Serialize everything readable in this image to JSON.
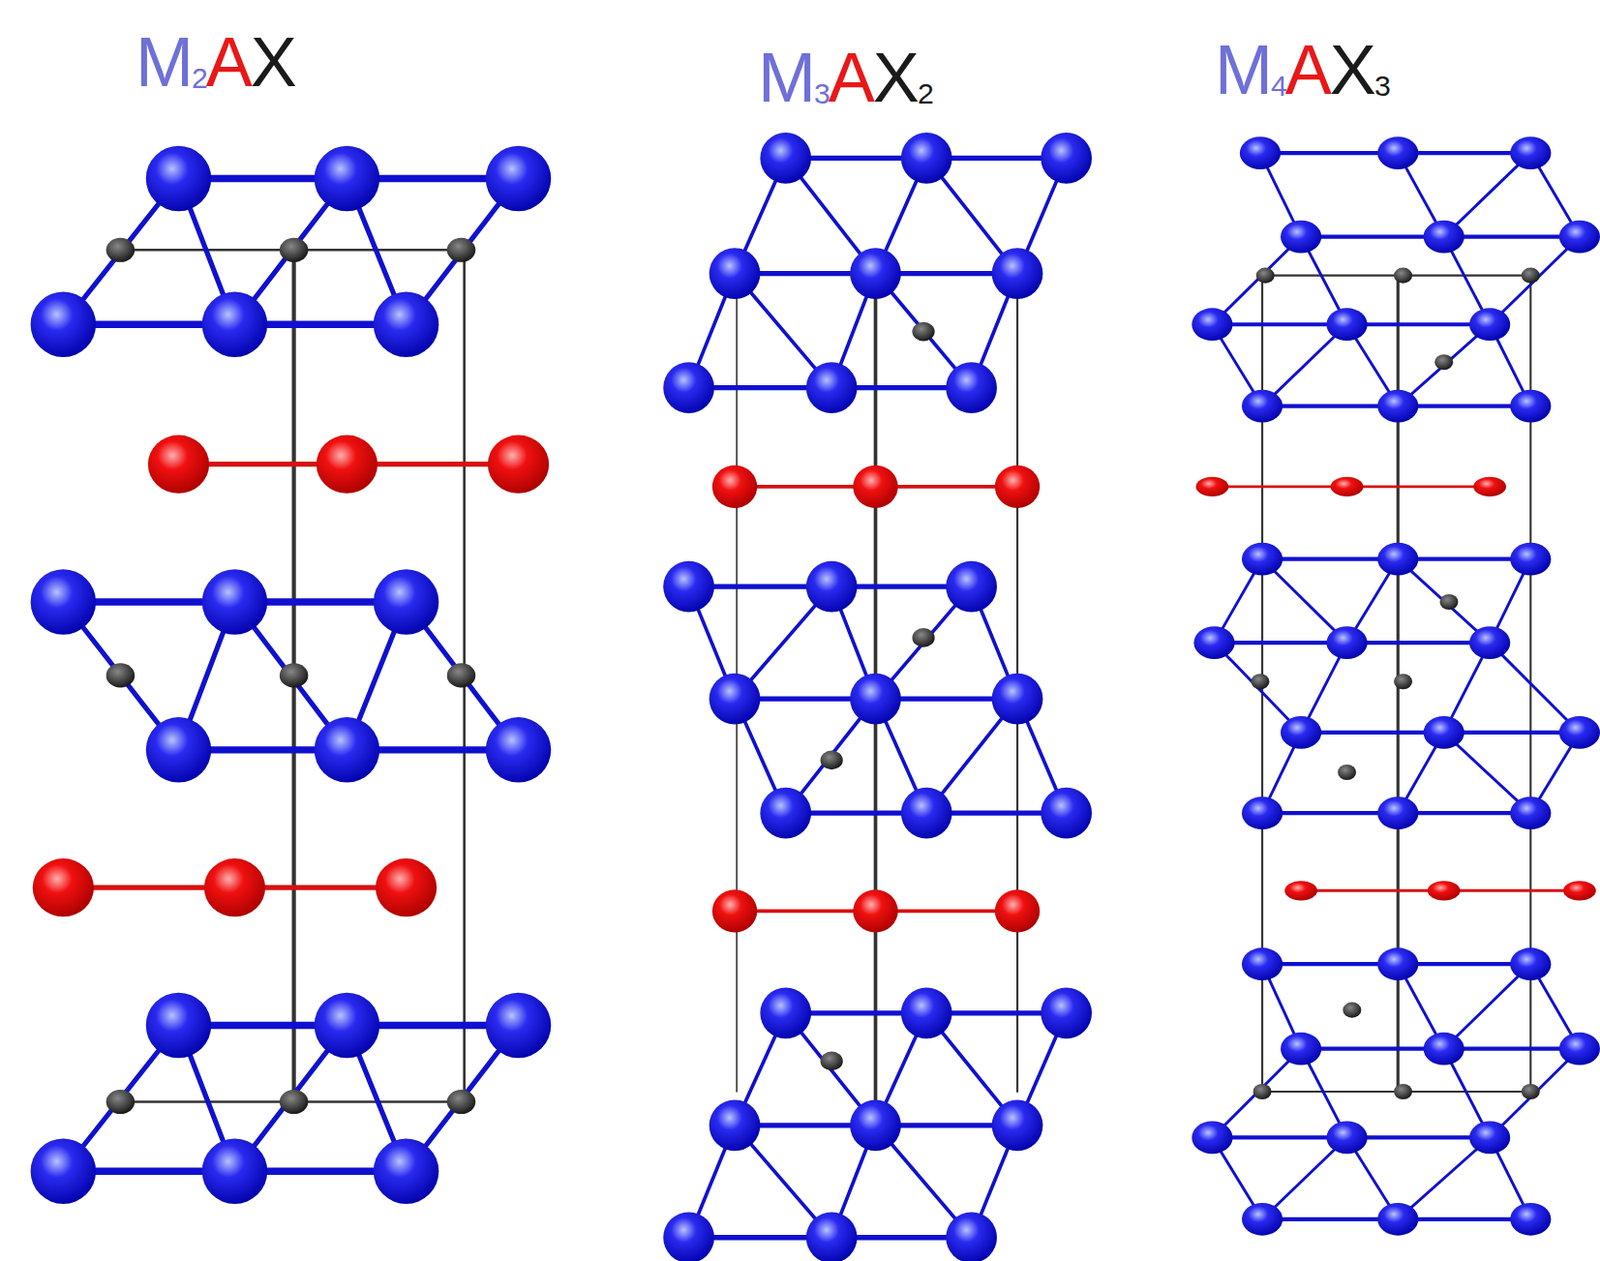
{
  "diagram": {
    "labels": [
      "M2AX",
      "M3AX2",
      "M4AX3"
    ]
  }
}
